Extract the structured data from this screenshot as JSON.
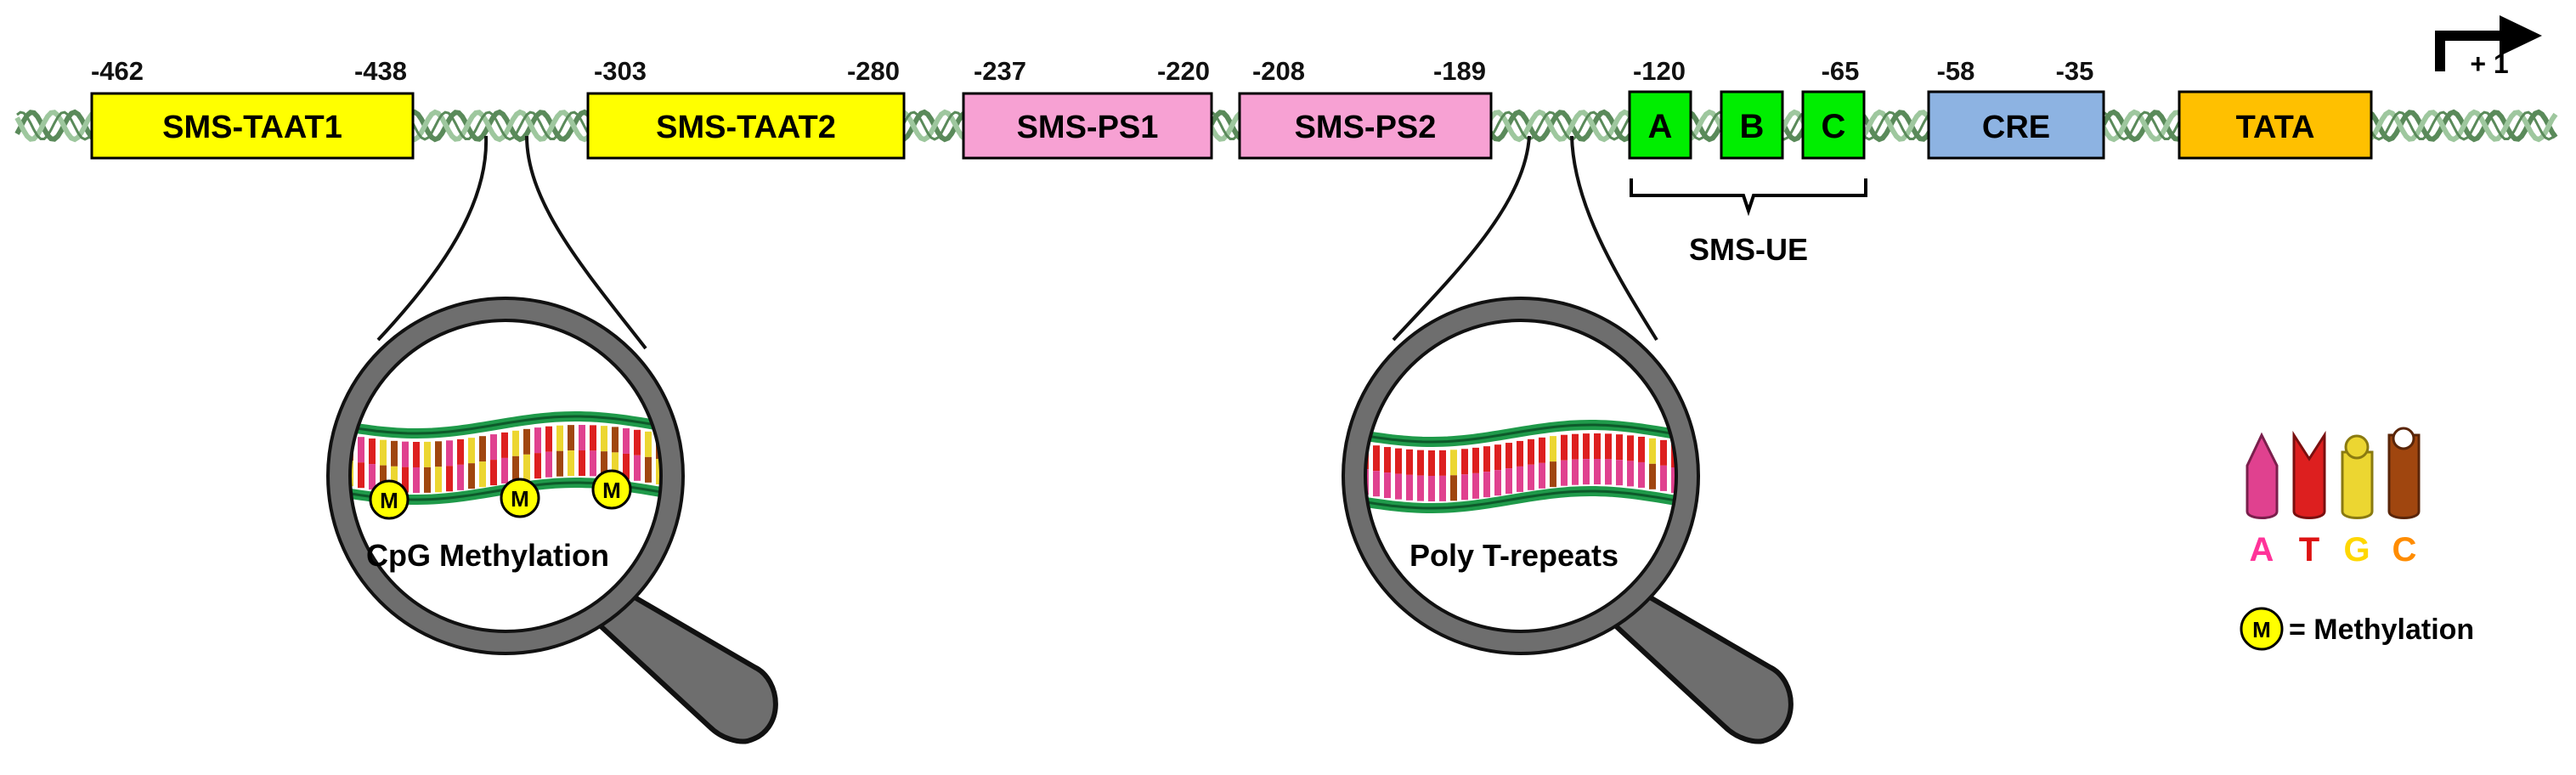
{
  "diagram": {
    "promoter_elements": [
      {
        "id": "taat1",
        "label": "SMS-TAAT1",
        "start": "-462",
        "end": "-438",
        "color": "#ffff00"
      },
      {
        "id": "taat2",
        "label": "SMS-TAAT2",
        "start": "-303",
        "end": "-280",
        "color": "#ffff00"
      },
      {
        "id": "ps1",
        "label": "SMS-PS1",
        "start": "-237",
        "end": "-220",
        "color": "#f7a1d3"
      },
      {
        "id": "ps2",
        "label": "SMS-PS2",
        "start": "-208",
        "end": "-189",
        "color": "#f7a1d3"
      },
      {
        "id": "cre",
        "label": "CRE",
        "start": "-58",
        "end": "-35",
        "color": "#8db3e2"
      },
      {
        "id": "tata",
        "label": "TATA",
        "start": "",
        "end": "",
        "color": "#ffc000"
      }
    ],
    "ue_boxes": [
      {
        "id": "a",
        "label": "A",
        "color": "#00ee00"
      },
      {
        "id": "b",
        "label": "B",
        "color": "#00ee00"
      },
      {
        "id": "c",
        "label": "C",
        "color": "#00ee00"
      }
    ],
    "ue_start": "-120",
    "ue_end": "-65",
    "ue_label": "SMS-UE",
    "tss_label": "+ 1",
    "magnifiers": [
      {
        "id": "cpg",
        "caption": "CpG Methylation"
      },
      {
        "id": "polyt",
        "caption": "Poly T-repeats"
      }
    ],
    "methyl_mark": "M",
    "legend": {
      "nucleotides": [
        {
          "id": "a",
          "letter": "A",
          "color": "#ff3399",
          "shape_color": "#e0418f"
        },
        {
          "id": "t",
          "letter": "T",
          "color": "#dd1111",
          "shape_color": "#dd1f1f"
        },
        {
          "id": "g",
          "letter": "G",
          "color": "#ffd700",
          "shape_color": "#ecd631"
        },
        {
          "id": "c",
          "letter": "C",
          "color": "#ff8c00",
          "shape_color": "#a0460f"
        }
      ],
      "methyl_symbol": "M",
      "methyl_text": "= Methylation"
    },
    "colors": {
      "dna_strand": "#5a8a5a",
      "dna_strand_light": "#9ec79e",
      "magnifier_gray": "#6e6e6e",
      "methyl_yellow": "#ffff00"
    }
  }
}
